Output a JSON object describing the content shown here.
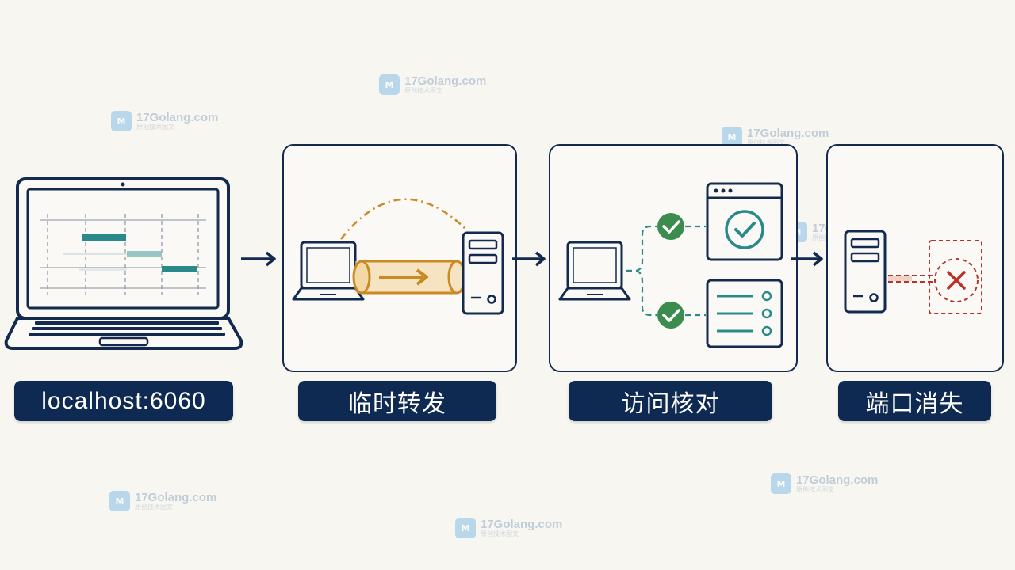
{
  "labels": {
    "step1": "localhost:6060",
    "step2": "临时转发",
    "step3": "访问核对",
    "step4": "端口消失"
  },
  "watermark": {
    "text": "17Golang.com",
    "sub": "原创技术图文"
  },
  "colors": {
    "navy": "#132a4e",
    "teal": "#2a8a8a",
    "orange": "#c98a24",
    "green": "#3c8c4f",
    "red": "#b8322b",
    "background": "#f8f6f1"
  },
  "icons": {
    "laptop": "laptop-icon",
    "server": "server-icon",
    "check": "check-icon",
    "window_check": "window-check-icon",
    "list": "list-icon",
    "error": "x-circle-icon"
  }
}
